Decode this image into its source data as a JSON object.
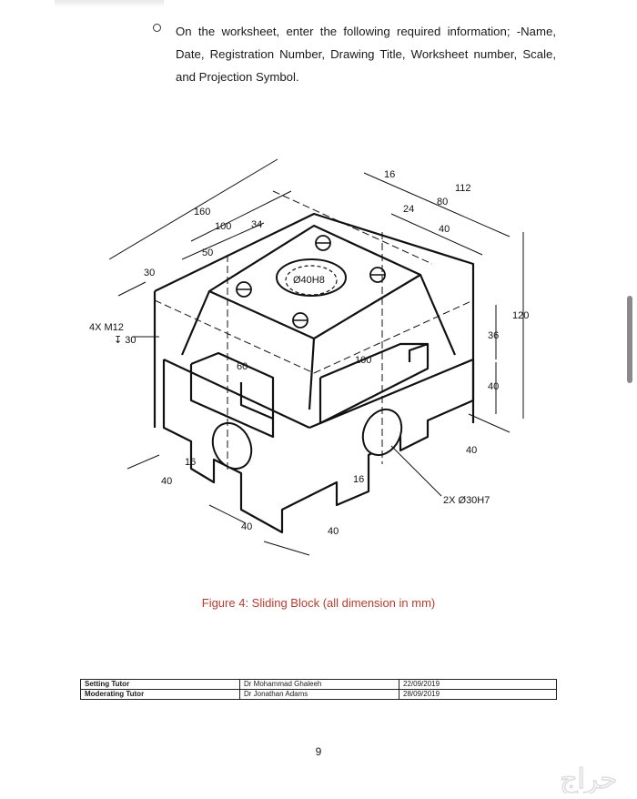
{
  "instruction": {
    "text": "On the worksheet, enter the following required information; -Name, Date, Registration Number, Drawing Title, Worksheet number, Scale, and Projection Symbol."
  },
  "figure": {
    "caption": "Figure 4:  Sliding Block (all dimension in mm)",
    "dims": {
      "d160": "160",
      "d100a": "100",
      "d34": "34",
      "d50": "50",
      "d30": "30",
      "d16a": "16",
      "d24": "24",
      "d80": "80",
      "d112": "112",
      "d40a": "40",
      "d40h8": "Ø40H8",
      "d120": "120",
      "d36": "36",
      "d40b": "40",
      "m12": "4X M12",
      "m12depth": "↧ 30",
      "d60": "60",
      "d100b": "100",
      "d16b": "16",
      "d40c": "40",
      "d16c": "16",
      "d40d": "40",
      "d40e": "40",
      "d40f": "40",
      "d30h7": "2X  Ø30H7"
    }
  },
  "tutors": [
    {
      "role": "Setting Tutor",
      "name": "Dr Mohammad Ghaleeh",
      "date": "22/09/2019"
    },
    {
      "role": "Moderating Tutor",
      "name": "Dr Jonathan Adams",
      "date": "28/09/2019"
    }
  ],
  "page_number": "9",
  "watermark_text": "حراج"
}
